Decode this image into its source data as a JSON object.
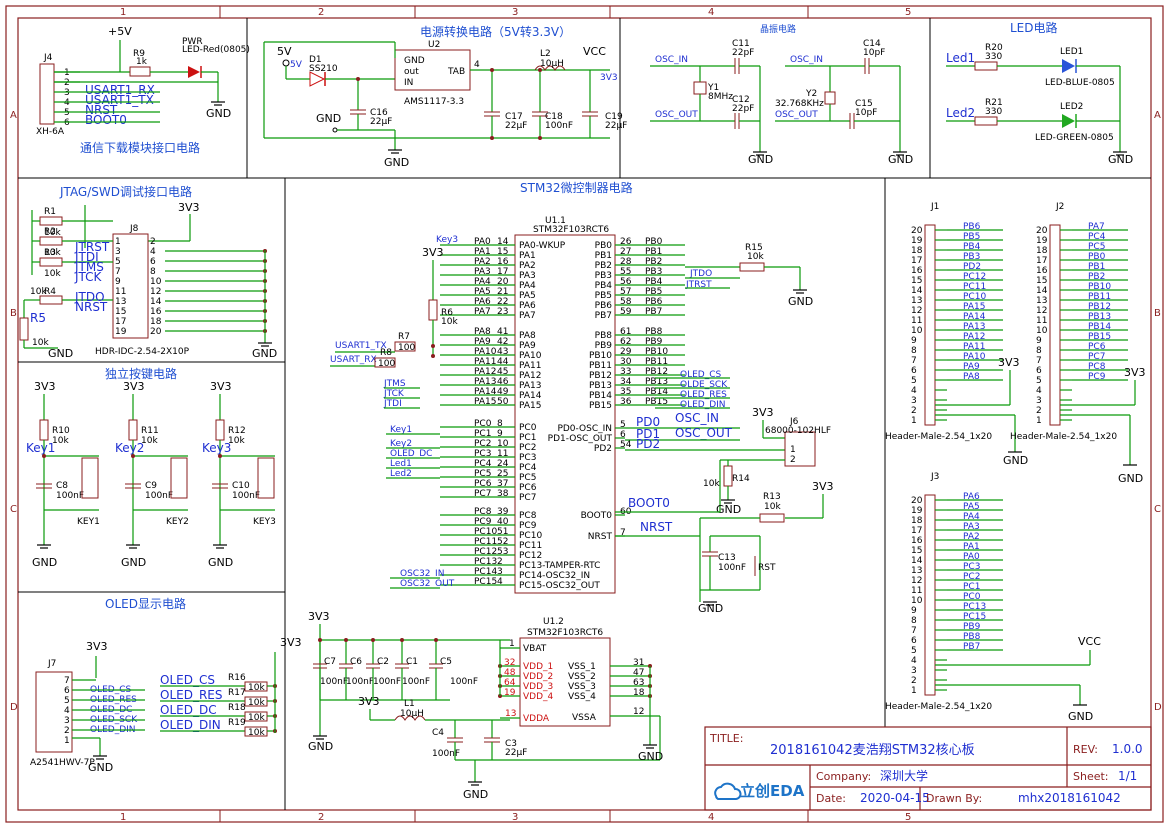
{
  "grid": {
    "columns": [
      "1",
      "2",
      "3",
      "4",
      "5"
    ],
    "rows": [
      "A",
      "B",
      "C",
      "D"
    ]
  },
  "sections": {
    "comm": "通信下载模块接口电路",
    "power": "电源转换电路（5V转3.3V）",
    "crystal": "晶振电路",
    "led": "LED电路",
    "jtag": "JTAG/SWD调试接口电路",
    "mcu": "STM32微控制器电路",
    "keys": "独立按键电路",
    "oled": "OLED显示电路"
  },
  "power_nets": {
    "v5": "+5V",
    "vcc": "VCC",
    "v33": "3V3",
    "gnd": "GND",
    "v5b": "5V"
  },
  "comm": {
    "ref": "J4",
    "part": "XH-6A",
    "pins": [
      "1",
      "2",
      "3",
      "4",
      "5",
      "6"
    ],
    "nets": [
      "USART1_RX",
      "USART1_TX",
      "NRST",
      "BOOT0"
    ],
    "r9": {
      "ref": "R9",
      "value": "1k"
    },
    "led": {
      "ref": "PWR",
      "value": "LED-Red(0805)"
    }
  },
  "power": {
    "d1": {
      "ref": "D1",
      "value": "SS210"
    },
    "u2": {
      "ref": "U2",
      "value": "AMS1117-3.3",
      "pins": [
        "GND",
        "out",
        "IN",
        "TAB"
      ]
    },
    "c16": {
      "ref": "C16",
      "value": "22μF"
    },
    "l2": {
      "ref": "L2",
      "value": "10μH"
    },
    "c17": {
      "ref": "C17",
      "value": "22μF"
    },
    "c18": {
      "ref": "C18",
      "value": "100nF"
    },
    "c19": {
      "ref": "C19",
      "value": "22μF"
    }
  },
  "crystal": {
    "osc_in": "OSC_IN",
    "osc_out": "OSC_OUT",
    "y1": {
      "ref": "Y1",
      "value": "8MHz"
    },
    "c11": {
      "ref": "C11",
      "value": "22pF"
    },
    "c12": {
      "ref": "C12",
      "value": "22pF"
    },
    "y2": {
      "ref": "Y2",
      "value": "32.768KHz"
    },
    "c14": {
      "ref": "C14",
      "value": "10pF"
    },
    "c15": {
      "ref": "C15",
      "value": "10pF"
    }
  },
  "led": {
    "led1_net": "Led1",
    "led2_net": "Led2",
    "r20": {
      "ref": "R20",
      "value": "330"
    },
    "r21": {
      "ref": "R21",
      "value": "330"
    },
    "led1": {
      "ref": "LED1",
      "value": "LED-BLUE-0805"
    },
    "led2": {
      "ref": "LED2",
      "value": "LED-GREEN-0805"
    }
  },
  "jtag": {
    "ref": "J8",
    "part": "HDR-IDC-2.54-2X10P",
    "left_pins": [
      "1",
      "3",
      "5",
      "7",
      "9",
      "11",
      "13",
      "15",
      "17",
      "19"
    ],
    "right_pins": [
      "2",
      "4",
      "6",
      "8",
      "10",
      "12",
      "14",
      "16",
      "18",
      "20"
    ],
    "nets": [
      "JTRST",
      "JTDI",
      "JTMS",
      "JTCK",
      "JTDO",
      "NRST"
    ],
    "resistors": [
      {
        "ref": "R1",
        "value": "10k"
      },
      {
        "ref": "R2",
        "value": "10k"
      },
      {
        "ref": "R3",
        "value": "10k"
      },
      {
        "ref": "R4",
        "value": "10k"
      },
      {
        "ref": "R5",
        "value": "10k"
      }
    ]
  },
  "mcu": {
    "ref": "U1.1",
    "part": "STM32F103RCT6",
    "left_pins": [
      {
        "num": "14",
        "name": "PA0-WKUP",
        "net": "PA0"
      },
      {
        "num": "15",
        "name": "PA1",
        "net": "PA1"
      },
      {
        "num": "16",
        "name": "PA2",
        "net": "PA2"
      },
      {
        "num": "17",
        "name": "PA3",
        "net": "PA3"
      },
      {
        "num": "20",
        "name": "PA4",
        "net": "PA4"
      },
      {
        "num": "21",
        "name": "PA5",
        "net": "PA5"
      },
      {
        "num": "22",
        "name": "PA6",
        "net": "PA6"
      },
      {
        "num": "23",
        "name": "PA7",
        "net": "PA7"
      },
      {
        "num": "41",
        "name": "PA8",
        "net": "PA8"
      },
      {
        "num": "42",
        "name": "PA9",
        "net": "PA9"
      },
      {
        "num": "43",
        "name": "PA10",
        "net": "PA10"
      },
      {
        "num": "44",
        "name": "PA11",
        "net": "PA11"
      },
      {
        "num": "45",
        "name": "PA12",
        "net": "PA12"
      },
      {
        "num": "46",
        "name": "PA13",
        "net": "PA13"
      },
      {
        "num": "49",
        "name": "PA14",
        "net": "PA14"
      },
      {
        "num": "50",
        "name": "PA15",
        "net": "PA15"
      },
      {
        "num": "8",
        "name": "PC0",
        "net": "PC0"
      },
      {
        "num": "9",
        "name": "PC1",
        "net": "PC1"
      },
      {
        "num": "10",
        "name": "PC2",
        "net": "PC2"
      },
      {
        "num": "11",
        "name": "PC3",
        "net": "PC3"
      },
      {
        "num": "24",
        "name": "PC4",
        "net": "PC4"
      },
      {
        "num": "25",
        "name": "PC5",
        "net": "PC5"
      },
      {
        "num": "37",
        "name": "PC6",
        "net": "PC6"
      },
      {
        "num": "38",
        "name": "PC7",
        "net": "PC7"
      },
      {
        "num": "39",
        "name": "PC8",
        "net": "PC8"
      },
      {
        "num": "40",
        "name": "PC9",
        "net": "PC9"
      },
      {
        "num": "51",
        "name": "PC10",
        "net": "PC10"
      },
      {
        "num": "52",
        "name": "PC11",
        "net": "PC11"
      },
      {
        "num": "53",
        "name": "PC12",
        "net": "PC12"
      },
      {
        "num": "2",
        "name": "PC13-TAMPER-RTC",
        "net": "PC13"
      },
      {
        "num": "3",
        "name": "PC14-OSC32_IN",
        "net": "PC14"
      },
      {
        "num": "4",
        "name": "PC15-OSC32_OUT",
        "net": "PC15"
      }
    ],
    "right_pins": [
      {
        "num": "26",
        "name": "PB0",
        "net": "PB0"
      },
      {
        "num": "27",
        "name": "PB1",
        "net": "PB1"
      },
      {
        "num": "28",
        "name": "PB2",
        "net": "PB2"
      },
      {
        "num": "55",
        "name": "PB3",
        "net": "PB3"
      },
      {
        "num": "56",
        "name": "PB4",
        "net": "PB4"
      },
      {
        "num": "57",
        "name": "PB5",
        "net": "PB5"
      },
      {
        "num": "58",
        "name": "PB6",
        "net": "PB6"
      },
      {
        "num": "59",
        "name": "PB7",
        "net": "PB7"
      },
      {
        "num": "61",
        "name": "PB8",
        "net": "PB8"
      },
      {
        "num": "62",
        "name": "PB9",
        "net": "PB9"
      },
      {
        "num": "29",
        "name": "PB10",
        "net": "PB10"
      },
      {
        "num": "30",
        "name": "PB11",
        "net": "PB11"
      },
      {
        "num": "33",
        "name": "PB12",
        "net": "PB12"
      },
      {
        "num": "34",
        "name": "PB13",
        "net": "PB13"
      },
      {
        "num": "35",
        "name": "PB14",
        "net": "PB14"
      },
      {
        "num": "36",
        "name": "PB15",
        "net": "PB15"
      },
      {
        "num": "5",
        "name": "PD0-OSC_IN",
        "net": "PD0"
      },
      {
        "num": "6",
        "name": "PD1-OSC_OUT",
        "net": "PD1"
      },
      {
        "num": "54",
        "name": "PD2",
        "net": "PD2"
      },
      {
        "num": "60",
        "name": "BOOT0",
        "net": ""
      },
      {
        "num": "7",
        "name": "NRST",
        "net": ""
      }
    ],
    "ext_nets_right": {
      "jtdo": "JTDO",
      "jtrst": "JTRST",
      "oled_cs": "OLED_CS",
      "oled_sck": "OLDE_SCK",
      "oled_res": "OLED_RES",
      "oled_din": "OLED_DIN",
      "osc_in": "OSC_IN",
      "osc_out": "OSC_OUT",
      "pd0": "PD0",
      "pd1": "PD1",
      "pd2": "PD2",
      "boot0": "BOOT0",
      "nrst": "NRST"
    },
    "ext_nets_left": {
      "key3": "Key3",
      "usart_tx": "USART1_TX",
      "usart_rx": "USART_RX",
      "jtms": "JTMS",
      "jtck": "JTCK",
      "jtdi": "JTDI",
      "key1": "Key1",
      "key2": "Key2",
      "oled_dc": "OLED_DC",
      "led1": "Led1",
      "led2": "Led2",
      "osc32_in": "OSC32_IN",
      "osc32_out": "OSC32_OUT"
    },
    "r6": {
      "ref": "R6",
      "value": "10k"
    },
    "r7": {
      "ref": "R7",
      "value": "100"
    },
    "r8": {
      "ref": "R8",
      "value": "100"
    },
    "r15": {
      "ref": "R15",
      "value": "10k"
    },
    "r14": {
      "ref": "R14",
      "value": "10k"
    },
    "r13": {
      "ref": "R13",
      "value": "10k"
    },
    "c13": {
      "ref": "C13",
      "value": "100nF"
    },
    "rst": "RST",
    "j6": {
      "ref": "J6",
      "value": "68000-102HLF"
    }
  },
  "mcu2": {
    "ref": "U1.2",
    "part": "STM32F103RCT6",
    "vbat": {
      "num": "1",
      "name": "VBAT"
    },
    "vdd": [
      {
        "num": "32",
        "name": "VDD_1"
      },
      {
        "num": "48",
        "name": "VDD_2"
      },
      {
        "num": "64",
        "name": "VDD_3"
      },
      {
        "num": "19",
        "name": "VDD_4"
      }
    ],
    "vdda": {
      "num": "13",
      "name": "VDDA"
    },
    "vss": [
      {
        "num": "31",
        "name": "VSS_1"
      },
      {
        "num": "47",
        "name": "VSS_2"
      },
      {
        "num": "63",
        "name": "VSS_3"
      },
      {
        "num": "18",
        "name": "VSS_4"
      }
    ],
    "vssa": {
      "num": "12",
      "name": "VSSA"
    },
    "caps": [
      {
        "ref": "C7",
        "value": "100nF"
      },
      {
        "ref": "C6",
        "value": "100nF"
      },
      {
        "ref": "C2",
        "value": "100nF"
      },
      {
        "ref": "C1",
        "value": "100nF"
      },
      {
        "ref": "C5",
        "value": "100nF"
      }
    ],
    "l1": {
      "ref": "L1",
      "value": "10μH"
    },
    "c4": {
      "ref": "C4",
      "value": "100nF"
    },
    "c3": {
      "ref": "C3",
      "value": "22μF"
    }
  },
  "keys": [
    {
      "net": "Key1",
      "r": "R10",
      "rv": "10k",
      "c": "C8",
      "cv": "100nF",
      "sw": "KEY1"
    },
    {
      "net": "Key2",
      "r": "R11",
      "rv": "10k",
      "c": "C9",
      "cv": "100nF",
      "sw": "KEY2"
    },
    {
      "net": "Key3",
      "r": "R12",
      "rv": "10k",
      "c": "C10",
      "cv": "100nF",
      "sw": "KEY3"
    }
  ],
  "oled": {
    "ref": "J7",
    "part": "A2541HWV-7P",
    "pins": [
      "7",
      "6",
      "5",
      "4",
      "3",
      "2",
      "1"
    ],
    "nets": [
      "OLED_CS",
      "OLED_RES",
      "OLED_DC",
      "OLED_SCK",
      "OLED_DIN"
    ],
    "big_nets": [
      "OLED_CS",
      "OLED_RES",
      "OLED_DC",
      "OLED_DIN"
    ],
    "resistors": [
      {
        "ref": "R16",
        "value": "10k"
      },
      {
        "ref": "R17",
        "value": "10k"
      },
      {
        "ref": "R18",
        "value": "10k"
      },
      {
        "ref": "R19",
        "value": "10k"
      }
    ]
  },
  "j1": {
    "ref": "J1",
    "part": "Header-Male-2.54_1x20",
    "pins": [
      "20",
      "19",
      "18",
      "17",
      "16",
      "15",
      "14",
      "13",
      "12",
      "11",
      "10",
      "9",
      "8",
      "7",
      "6",
      "5",
      "4",
      "3",
      "2",
      "1"
    ],
    "nets": [
      "PB6",
      "PB5",
      "PB4",
      "PB3",
      "PD2",
      "PC12",
      "PC11",
      "PC10",
      "PA15",
      "PA14",
      "PA13",
      "PA12",
      "PA11",
      "PA10",
      "PA9",
      "PA8"
    ]
  },
  "j2": {
    "ref": "J2",
    "part": "Header-Male-2.54_1x20",
    "pins": [
      "20",
      "19",
      "18",
      "17",
      "16",
      "15",
      "14",
      "13",
      "12",
      "11",
      "10",
      "9",
      "8",
      "7",
      "6",
      "5",
      "4",
      "3",
      "2",
      "1"
    ],
    "nets": [
      "PA7",
      "PC4",
      "PC5",
      "PB0",
      "PB1",
      "PB2",
      "PB10",
      "PB11",
      "PB12",
      "PB13",
      "PB14",
      "PB15",
      "PC6",
      "PC7",
      "PC8",
      "PC9"
    ]
  },
  "j3": {
    "ref": "J3",
    "part": "Header-Male-2.54_1x20",
    "pins": [
      "20",
      "19",
      "18",
      "17",
      "16",
      "15",
      "14",
      "13",
      "12",
      "11",
      "10",
      "9",
      "8",
      "7",
      "6",
      "5",
      "4",
      "3",
      "2",
      "1"
    ],
    "nets": [
      "PA6",
      "PA5",
      "PA4",
      "PA3",
      "PA2",
      "PA1",
      "PA0",
      "PC3",
      "PC2",
      "PC1",
      "PC0",
      "PC13",
      "PC15",
      "PB9",
      "PB8",
      "PB7"
    ]
  },
  "title_block": {
    "title_key": "TITLE:",
    "title": "2018161042麦浩翔STM32核心板",
    "rev_key": "REV:",
    "rev": "1.0.0",
    "company_key": "Company:",
    "company": "深圳大学",
    "sheet_key": "Sheet:",
    "sheet": "1/1",
    "date_key": "Date:",
    "date": "2020-04-15",
    "drawn_key": "Drawn By:",
    "drawn": "mhx2018161042",
    "logo": "立创EDA"
  }
}
